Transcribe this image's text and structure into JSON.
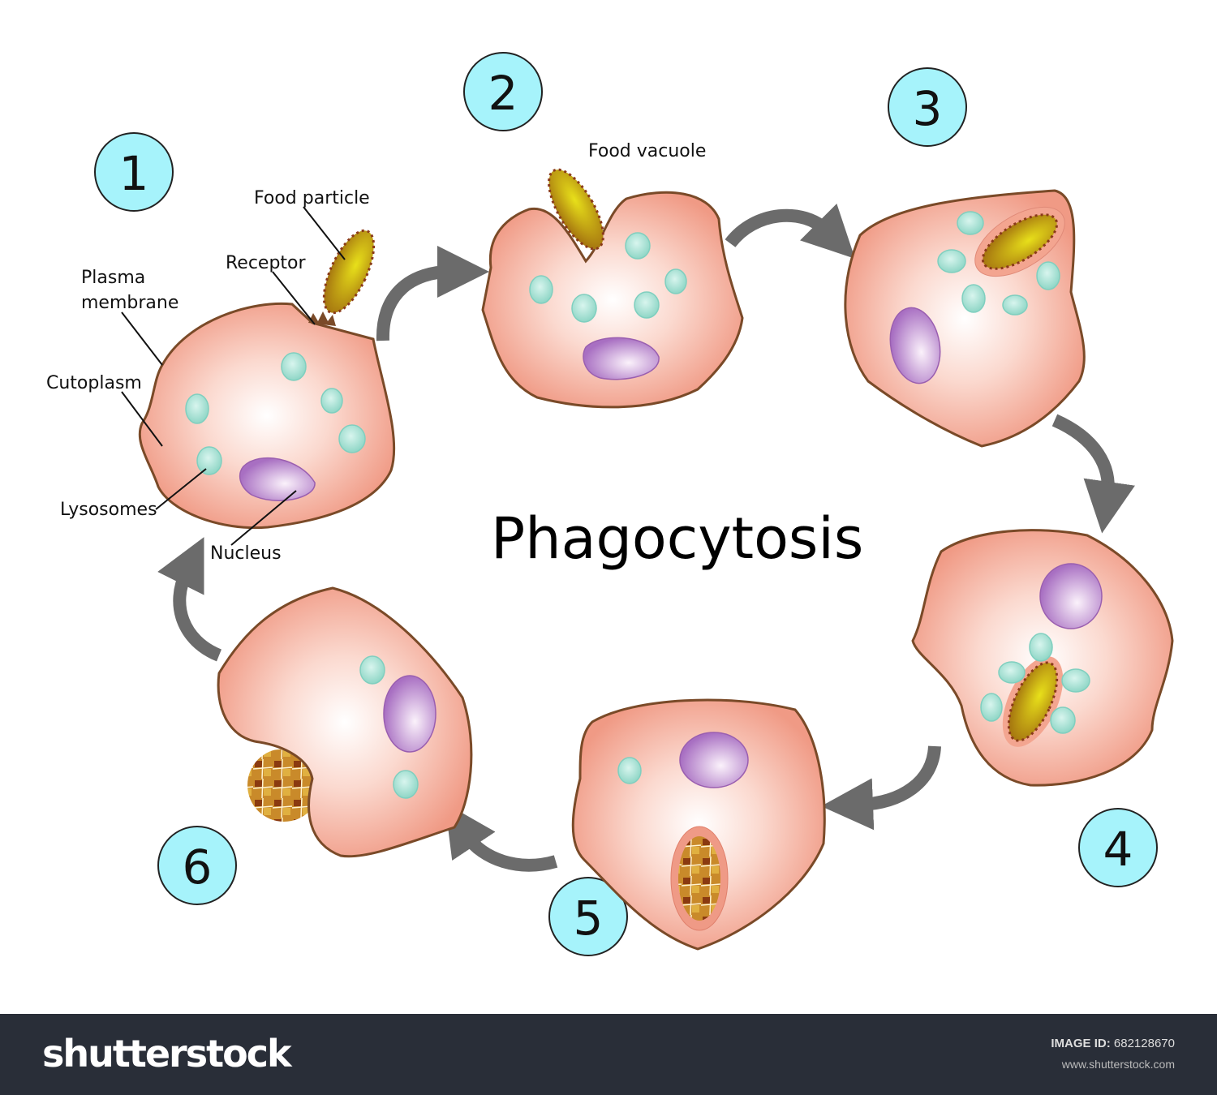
{
  "title": "Phagocytosis",
  "steps": [
    "1",
    "2",
    "3",
    "4",
    "5",
    "6"
  ],
  "labels": {
    "food_particle": "Food particle",
    "receptor": "Receptor",
    "plasma_membrane_1": "Plasma",
    "plasma_membrane_2": "membrane",
    "cytoplasm": "Cutoplasm",
    "lysosomes": "Lysosomes",
    "nucleus": "Nucleus",
    "food_vacuole": "Food vacuole"
  },
  "footer": {
    "brand": "shutterstock",
    "image_id_label": "IMAGE ID:",
    "image_id": "682128670",
    "site": "www.shutterstock.com"
  },
  "colors": {
    "badge": "#a6f3fb",
    "cell": "#f3a18b",
    "lysosome": "#a7e3d6",
    "nucleus": "#b07fc8",
    "arrow": "#6b6b6b",
    "footer": "#292e38"
  }
}
